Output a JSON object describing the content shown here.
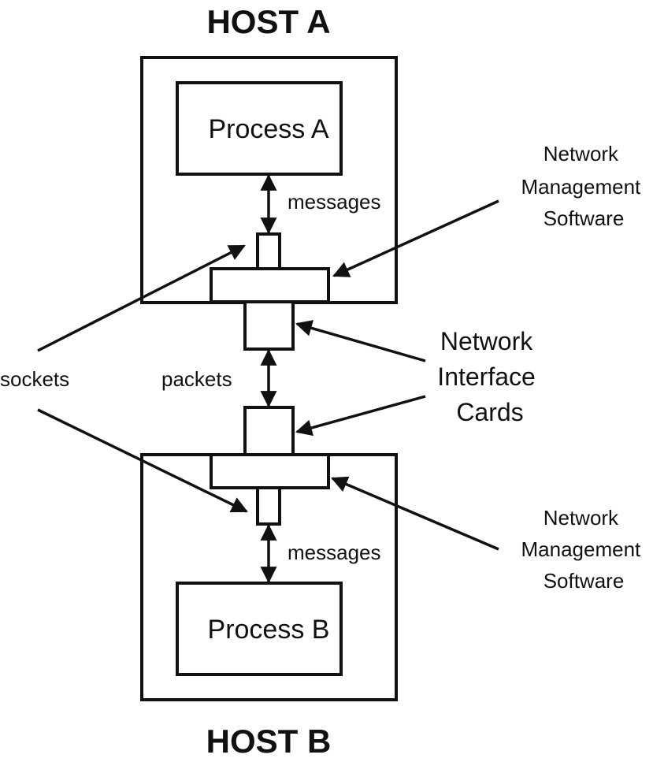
{
  "host_a": {
    "title": "HOST A",
    "process": "Process A",
    "messages_label": "messages"
  },
  "host_b": {
    "title": "HOST B",
    "process": "Process B",
    "messages_label": "messages"
  },
  "packets_label": "packets",
  "sockets_label": "sockets",
  "nms_top": [
    "Network",
    "Management",
    "Software"
  ],
  "nic": [
    "Network",
    "Interface",
    "Cards"
  ],
  "nms_bottom": [
    "Network",
    "Management",
    "Software"
  ]
}
